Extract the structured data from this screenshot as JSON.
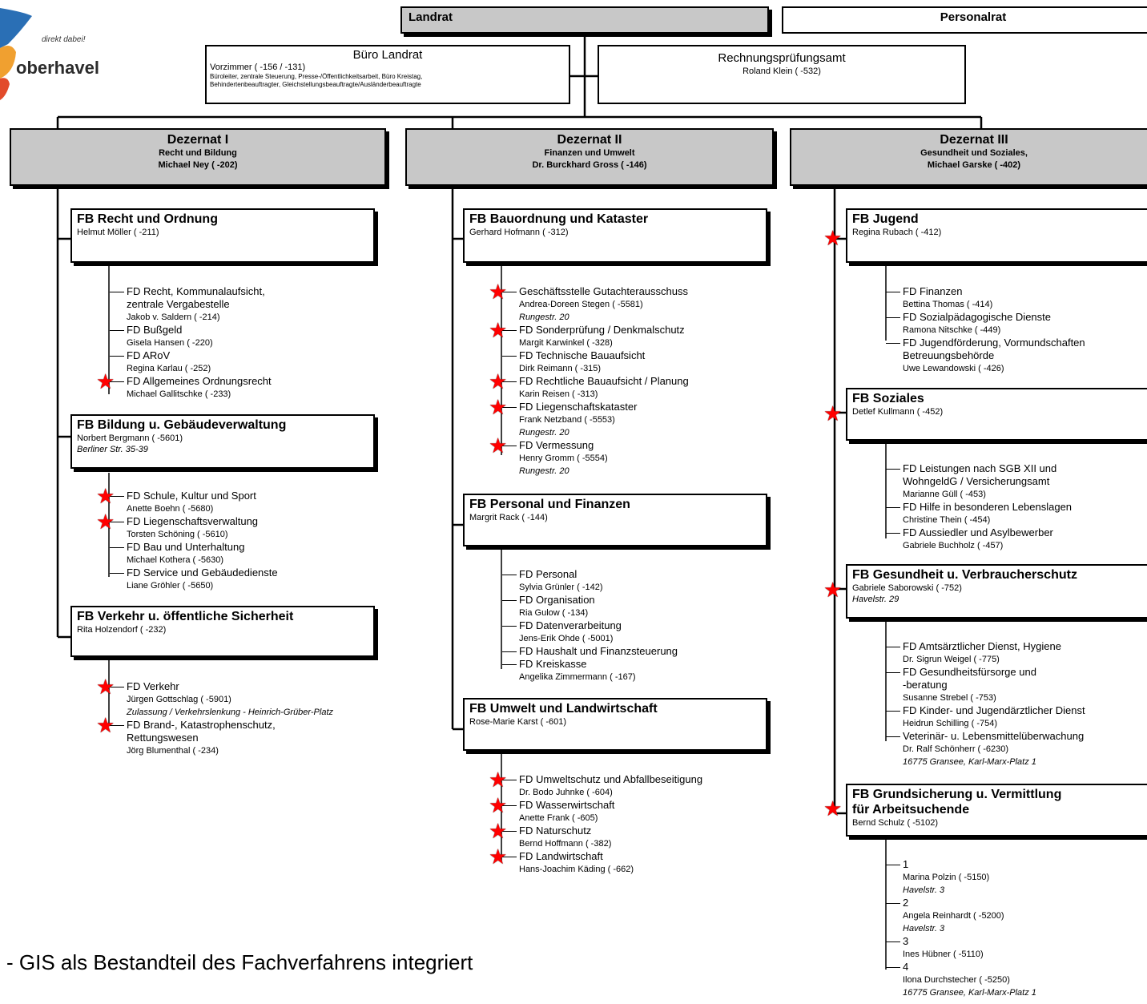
{
  "logo": {
    "tagline": "direkt dabei!",
    "name": "oberhavel"
  },
  "landrat": {
    "title": "Landrat"
  },
  "personalrat": {
    "title": "Personalrat"
  },
  "buero": {
    "title": "Büro Landrat",
    "line1": "Vorzimmer ( -156 / -131)",
    "line2": "Büroleiter, zentrale Steuerung, Presse-/Öffentlichkeitsarbeit, Büro Kreistag,",
    "line3": "Behindertenbeauftragter, Gleichstellungsbeauftragte/Ausländerbeauftragte"
  },
  "rpa": {
    "title": "Rechnungsprüfungsamt",
    "person": "Roland Klein ( -532)"
  },
  "dezernate": [
    {
      "title": "Dezernat I",
      "sub": "Recht und  Bildung",
      "person": "Michael Ney ( -202)"
    },
    {
      "title": "Dezernat II",
      "sub": "Finanzen und Umwelt",
      "person": "Dr. Burckhard Gross ( -146)"
    },
    {
      "title": "Dezernat III",
      "sub": "Gesundheit und Soziales,",
      "person": "Michael Garske ( -402)"
    }
  ],
  "fb": {
    "recht": {
      "title": "FB Recht und Ordnung",
      "person": "Helmut Möller ( -211)"
    },
    "bildung": {
      "title": "FB Bildung u. Gebäudeverwaltung",
      "person": "Norbert Bergmann ( -5601)",
      "addr": "Berliner Str. 35-39"
    },
    "verkehr": {
      "title": "FB Verkehr u. öffentliche Sicherheit",
      "person": "Rita Holzendorf ( -232)"
    },
    "bau": {
      "title": "FB Bauordnung und Kataster",
      "person": "Gerhard Hofmann ( -312)"
    },
    "personal": {
      "title": "FB Personal und Finanzen",
      "person": "Margrit Rack ( -144)"
    },
    "umwelt": {
      "title": "FB Umwelt und Landwirtschaft",
      "person": "Rose-Marie Karst ( -601)"
    },
    "jugend": {
      "title": "FB Jugend",
      "person": "Regina Rubach ( -412)"
    },
    "soziales": {
      "title": "FB Soziales",
      "person": "Detlef Kullmann ( -452)"
    },
    "gesundheit": {
      "title": "FB Gesundheit u. Verbraucherschutz",
      "person": "Gabriele Saborowski ( -752)",
      "addr": "Havelstr. 29"
    },
    "grund": {
      "title1": "FB Grundsicherung u. Vermittlung",
      "title2": "für Arbeitsuchende",
      "person": "Bernd Schulz ( -5102)"
    }
  },
  "fd": {
    "recht": [
      {
        "l1": "FD Recht, Kommunalaufsicht,",
        "l2": "zentrale Vergabestelle",
        "p": "Jakob v. Saldern ( -214)"
      },
      {
        "l1": "FD Bußgeld",
        "p": "Gisela Hansen ( -220)"
      },
      {
        "l1": "FD ARoV",
        "p": "Regina Karlau ( -252)"
      },
      {
        "l1": "FD Allgemeines Ordnungsrecht",
        "p": "Michael Gallitschke ( -233)",
        "star": true
      }
    ],
    "bildung": [
      {
        "l1": "FD Schule, Kultur und Sport",
        "p": "Anette Boehn ( -5680)",
        "star": true
      },
      {
        "l1": "FD Liegenschaftsverwaltung",
        "p": "Torsten Schöning ( -5610)",
        "star": true
      },
      {
        "l1": "FD Bau und Unterhaltung",
        "p": "Michael Kothera ( -5630)"
      },
      {
        "l1": "FD Service und Gebäudedienste",
        "p": "Liane Gröhler ( -5650)"
      }
    ],
    "verkehr": [
      {
        "l1": "FD Verkehr",
        "p": "Jürgen Gottschlag ( -5901)",
        "a": "Zulassung / Verkehrslenkung - Heinrich-Grüber-Platz",
        "star": true
      },
      {
        "l1": "FD Brand-, Katastrophenschutz,",
        "l2": "Rettungswesen",
        "p": "Jörg Blumenthal ( -234)",
        "star": true
      }
    ],
    "bau": [
      {
        "l1": "Geschäftsstelle Gutachterausschuss",
        "p": "Andrea-Doreen Stegen ( -5581)",
        "a": "Rungestr. 20",
        "star": true
      },
      {
        "l1": "FD Sonderprüfung / Denkmalschutz",
        "p": "Margit Karwinkel ( -328)",
        "star": true
      },
      {
        "l1": "FD Technische Bauaufsicht",
        "p": "Dirk Reimann ( -315)"
      },
      {
        "l1": "FD Rechtliche Bauaufsicht / Planung",
        "p": "Karin Reisen ( -313)",
        "star": true
      },
      {
        "l1": "FD Liegenschaftskataster",
        "p": "Frank Netzband ( -5553)",
        "a": "Rungestr. 20",
        "star": true
      },
      {
        "l1": "FD Vermessung",
        "p": "Henry Gromm ( -5554)",
        "a": "Rungestr. 20",
        "star": true
      }
    ],
    "personal": [
      {
        "l1": "FD Personal",
        "p": "Sylvia Grünler ( -142)"
      },
      {
        "l1": "FD Organisation",
        "p": "Ria Gulow ( -134)"
      },
      {
        "l1": "FD Datenverarbeitung",
        "p": "Jens-Erik Ohde ( -5001)"
      },
      {
        "l1": "FD Haushalt und Finanzsteuerung"
      },
      {
        "l1": "FD Kreiskasse",
        "p": "Angelika Zimmermann ( -167)"
      }
    ],
    "umwelt": [
      {
        "l1": "FD Umweltschutz und Abfallbeseitigung",
        "p": "Dr. Bodo Juhnke ( -604)",
        "star": true
      },
      {
        "l1": "FD Wasserwirtschaft",
        "p": "Anette Frank ( -605)",
        "star": true
      },
      {
        "l1": "FD Naturschutz",
        "p": "Bernd Hoffmann ( -382)",
        "star": true
      },
      {
        "l1": "FD Landwirtschaft",
        "p": "Hans-Joachim Käding ( -662)",
        "star": true
      }
    ],
    "jugend": [
      {
        "l1": "FD Finanzen",
        "p": "Bettina Thomas ( -414)"
      },
      {
        "l1": "FD Sozialpädagogische Dienste",
        "p": "Ramona Nitschke ( -449)"
      },
      {
        "l1": "FD Jugendförderung, Vormundschaften",
        "l2": "Betreuungsbehörde",
        "p": "Uwe Lewandowski ( -426)"
      }
    ],
    "soziales": [
      {
        "l1": "FD Leistungen nach SGB XII und",
        "l2": "WohngeldG / Versicherungsamt",
        "p": "Marianne Güll ( -453)"
      },
      {
        "l1": "FD Hilfe in besonderen Lebenslagen",
        "p": "Christine Thein ( -454)"
      },
      {
        "l1": "FD Aussiedler und Asylbewerber",
        "p": "Gabriele Buchholz ( -457)"
      }
    ],
    "gesundheit": [
      {
        "l1": "FD Amtsärztlicher Dienst, Hygiene",
        "p": "Dr. Sigrun Weigel ( -775)"
      },
      {
        "l1": "FD Gesundheitsfürsorge und",
        "l2": "-beratung",
        "p": "Susanne Strebel ( -753)"
      },
      {
        "l1": "FD Kinder- und Jugendärztlicher Dienst",
        "p": "Heidrun Schilling ( -754)"
      },
      {
        "l1": "Veterinär- u. Lebensmittelüberwachung",
        "p": "Dr. Ralf Schönherr ( -6230)",
        "a": "16775 Gransee, Karl-Marx-Platz 1"
      }
    ],
    "grund": [
      {
        "l1": "1",
        "p": "Marina Polzin ( -5150)",
        "a": "Havelstr. 3"
      },
      {
        "l1": "2",
        "p": "Angela Reinhardt ( -5200)",
        "a": "Havelstr. 3"
      },
      {
        "l1": "3",
        "p": "Ines Hübner ( -5110)"
      },
      {
        "l1": "4",
        "p": "Ilona Durchstecher ( -5250)",
        "a": "16775 Gransee, Karl-Marx-Platz 1"
      }
    ]
  },
  "footnote": "- GIS als Bestandteil des Fachverfahrens integriert"
}
